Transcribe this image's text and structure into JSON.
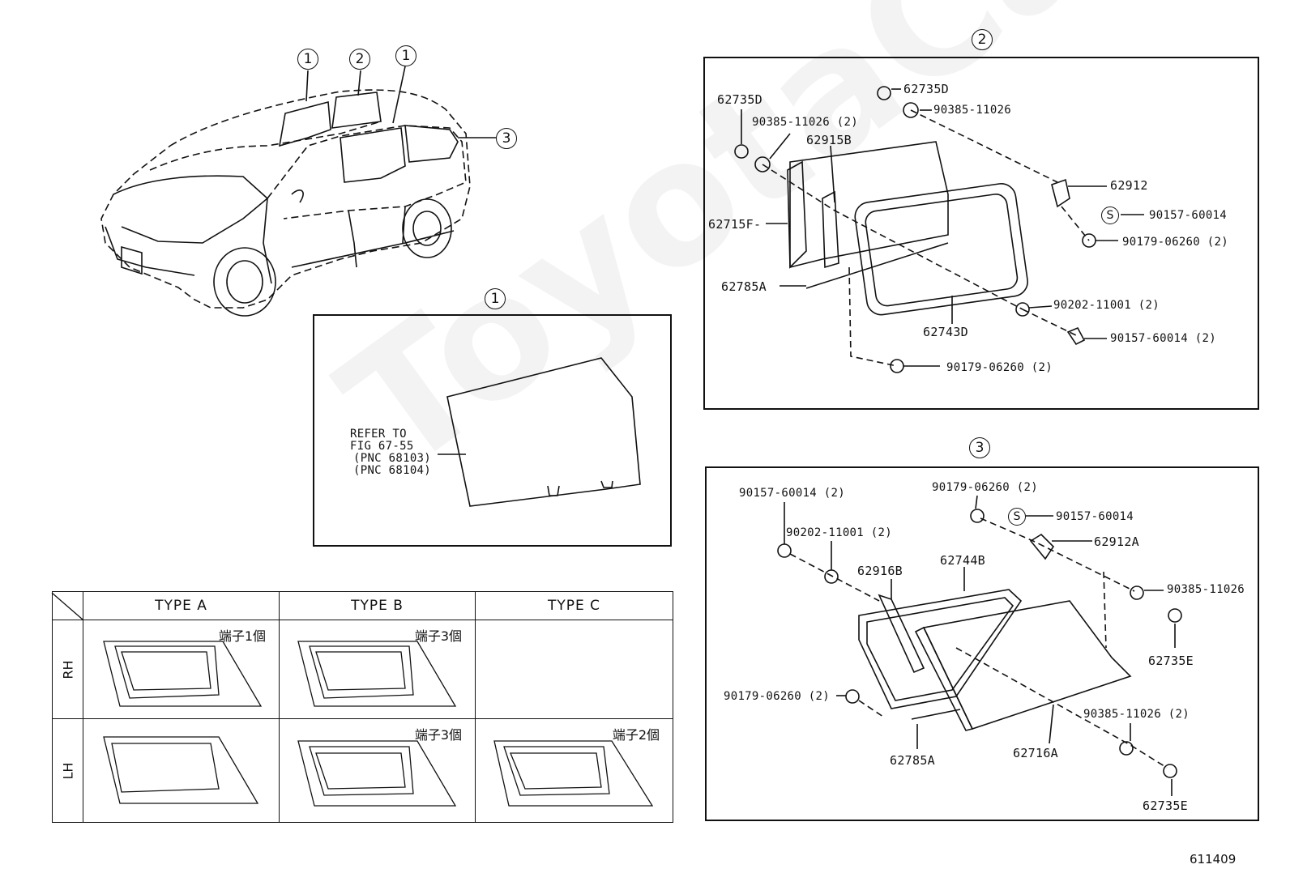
{
  "watermark": "ToyotaCarMe.ru",
  "overview": {
    "callouts": [
      "1",
      "2",
      "1",
      "3"
    ]
  },
  "panel1": {
    "circle": "1",
    "refer": [
      "REFER TO",
      "FIG 67-55",
      "(PNC 68103)",
      "(PNC 68104)"
    ]
  },
  "panel2": {
    "circle": "2",
    "parts": {
      "p62735D_a": "62735D",
      "p62735D_b": "62735D",
      "p90385a": "90385-11026 (2)",
      "p90385b": "90385-11026",
      "p62915B": "62915B",
      "p62912": "62912",
      "p90157a": "90157-60014",
      "s": "S",
      "p90179a": "90179-06260 (2)",
      "p62715F": "62715F-",
      "p62785A": "62785A",
      "p62743D": "62743D",
      "p90202": "90202-11001 (2)",
      "p90157b": "90157-60014 (2)",
      "p90179b": "90179-06260 (2)"
    }
  },
  "panel3": {
    "circle": "3",
    "parts": {
      "p90157a": "90157-60014 (2)",
      "p90179a": "90179-06260 (2)",
      "s": "S",
      "p90157b": "90157-60014",
      "p90202": "90202-11001 (2)",
      "p62912A": "62912A",
      "p62916B": "62916B",
      "p62744B": "62744B",
      "p90385a": "90385-11026",
      "p62735E_a": "62735E",
      "p90179b": "90179-06260 (2)",
      "p90385b": "90385-11026 (2)",
      "p62785A": "62785A",
      "p62716A": "62716A",
      "p62735E_b": "62735E"
    }
  },
  "types_table": {
    "headers": [
      "TYPE A",
      "TYPE B",
      "TYPE C"
    ],
    "rows": [
      "RH",
      "LH"
    ],
    "terminals": {
      "rh_a": "端子1個",
      "rh_b": "端子3個",
      "lh_b": "端子3個",
      "lh_c": "端子2個"
    }
  },
  "figure_code": "611409"
}
